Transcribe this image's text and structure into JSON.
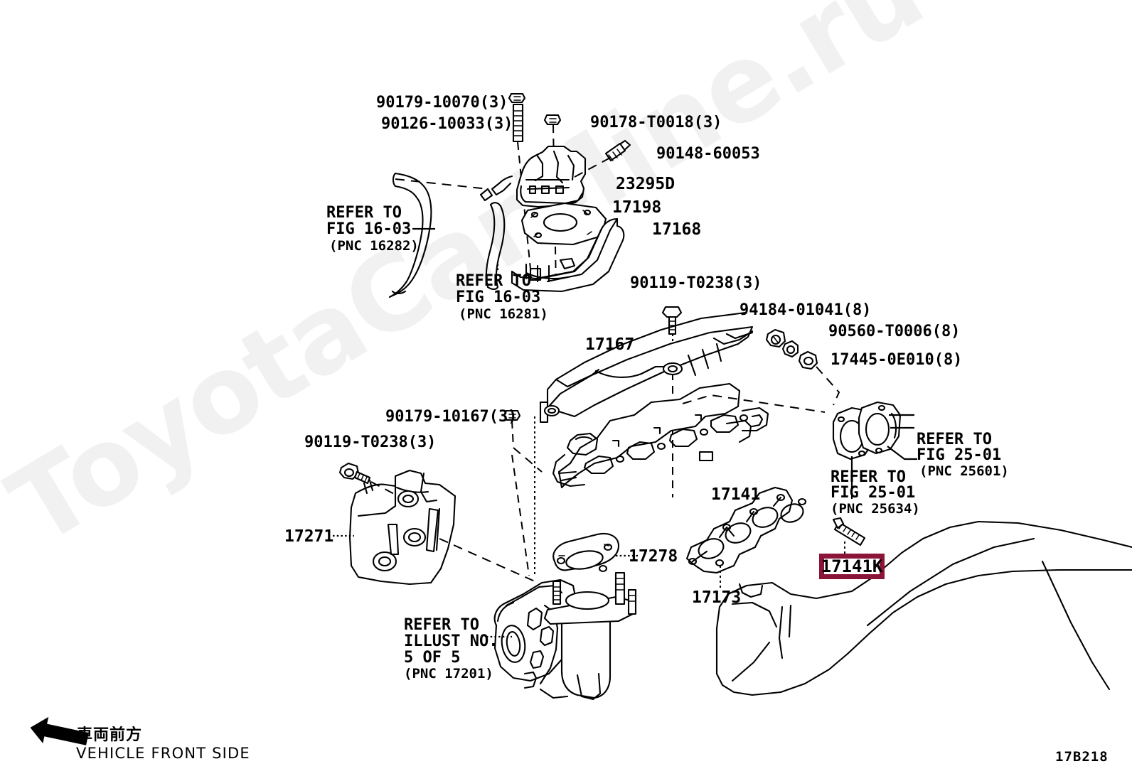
{
  "diagram": {
    "figure_code": "17B218",
    "watermark": "ToyotaCarMine.ru",
    "orientation": {
      "japanese": "車両前方",
      "english": "VEHICLE FRONT SIDE",
      "arrow": "left-arrow-icon"
    },
    "highlight_color": "#8B1538",
    "highlighted_part": "17141K"
  },
  "labels": {
    "bolt_90179_10070": "90179-10070(3)",
    "bolt_90126_10033": "90126-10033(3)",
    "bolt_90178_T0018": "90178-T0018(3)",
    "bolt_90148_60053": "90148-60053",
    "part_23295D": "23295D",
    "part_17198": "17198",
    "part_17168": "17168",
    "bolt_90119_T0238_upper": "90119-T0238(3)",
    "part_17167": "17167",
    "bolt_94184_01041": "94184-01041(8)",
    "bolt_90560_T0006": "90560-T0006(8)",
    "part_17445_0E010": "17445-0E010(8)",
    "bolt_90179_10167": "90179-10167(3)",
    "bolt_90119_T0238_lower": "90119-T0238(3)",
    "part_17271": "17271",
    "part_17141": "17141",
    "part_17278": "17278",
    "part_17173": "17173",
    "part_17141K": "17141K"
  },
  "refer_blocks": {
    "fig16_03_a": {
      "line1": "REFER TO",
      "line2": "FIG 16-03",
      "pnc": "(PNC 16282)"
    },
    "fig16_03_b": {
      "line1": "REFER TO",
      "line2": "FIG 16-03",
      "pnc": "(PNC 16281)"
    },
    "fig25_01_a": {
      "line1": "REFER TO",
      "line2": "FIG 25-01",
      "pnc": "(PNC 25601)"
    },
    "fig25_01_b": {
      "line1": "REFER TO",
      "line2": "FIG 25-01",
      "pnc": "(PNC 25634)"
    },
    "illust5of5": {
      "line1": "REFER TO",
      "line2": "ILLUST NO.",
      "line3": "5 OF 5",
      "pnc": "(PNC 17201)"
    }
  }
}
